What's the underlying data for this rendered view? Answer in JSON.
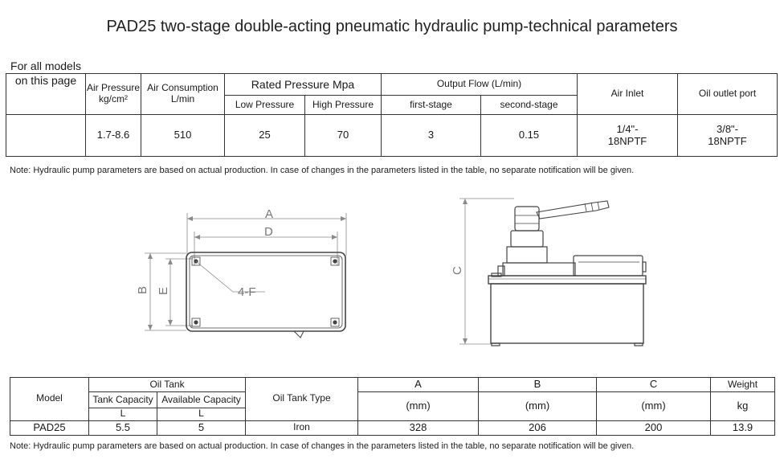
{
  "title": "PAD25 two-stage double-acting pneumatic hydraulic pump-technical parameters",
  "spec_table": {
    "row_label": "For all models on this page",
    "air_pressure": {
      "header": "Air Pressure",
      "unit": "kg/cm²",
      "value": "1.7-8.6"
    },
    "air_consumption": {
      "header": "Air Consumption",
      "unit": "L/min",
      "value": "510"
    },
    "rated_pressure": {
      "header": "Rated Pressure  Mpa",
      "low_header": "Low Pressure",
      "low_value": "25",
      "high_header": "High Pressure",
      "high_value": "70"
    },
    "output_flow": {
      "header": "Output Flow  (L/min)",
      "first_header": "first-stage",
      "first_value": "3",
      "second_header": "second-stage",
      "second_value": "0.15"
    },
    "air_inlet": {
      "header": "Air Inlet",
      "value_line1": "1/4\"-",
      "value_line2": "18NPTF"
    },
    "oil_outlet": {
      "header": "Oil outlet port",
      "value_line1": "3/8\"-",
      "value_line2": "18NPTF"
    }
  },
  "note": "Note: Hydraulic pump parameters are based on actual production. In case of changes in the parameters listed in the table, no separate notification will be given.",
  "drawing": {
    "top_view_labels": {
      "a": "A",
      "d": "D",
      "b": "B",
      "e": "E",
      "f": "4-F"
    },
    "side_view_labels": {
      "c": "C"
    },
    "colors": {
      "line": "#444444",
      "dim": "#8a8a8a"
    }
  },
  "dim_table": {
    "model_header": "Model",
    "oil_tank_header": "Oil Tank",
    "tank_capacity_header": "Tank Capacity",
    "available_capacity_header": "Available Capacity",
    "tank_capacity_unit": "L",
    "available_capacity_unit": "L",
    "oil_tank_type_header": "Oil Tank Type",
    "a_header": "A",
    "a_unit": "(mm)",
    "b_header": "B",
    "b_unit": "(mm)",
    "c_header": "C",
    "c_unit": "(mm)",
    "weight_header": "Weight",
    "weight_unit": "kg",
    "row": {
      "model": "PAD25",
      "tank_capacity": "5.5",
      "available_capacity": "5",
      "tank_type": "Iron",
      "a": "328",
      "b": "206",
      "c": "200",
      "weight": "13.9"
    }
  }
}
